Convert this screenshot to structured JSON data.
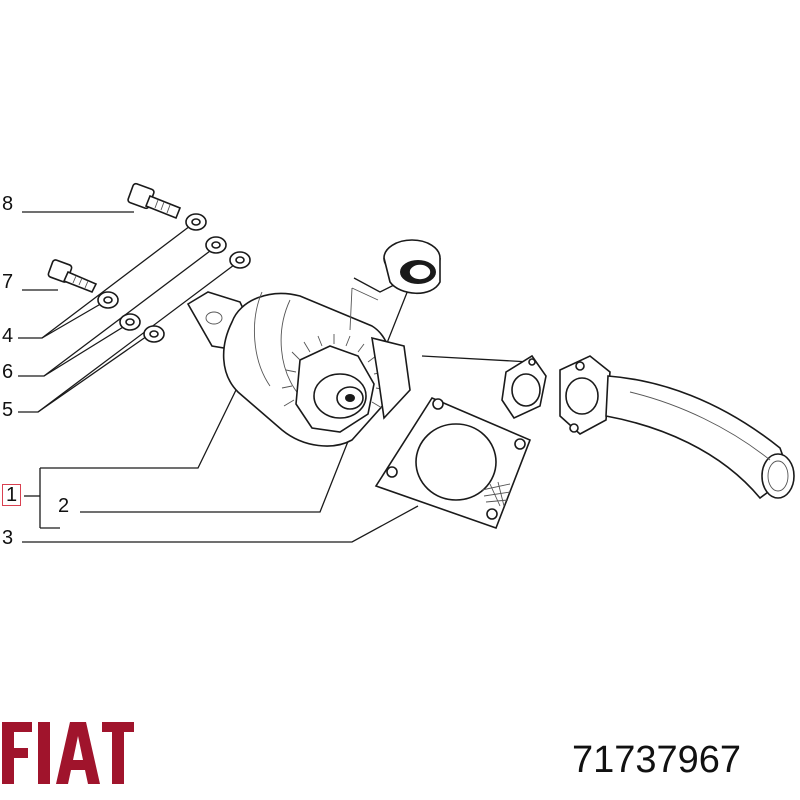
{
  "callouts": [
    {
      "id": "8",
      "label": "8"
    },
    {
      "id": "7",
      "label": "7"
    },
    {
      "id": "4",
      "label": "4"
    },
    {
      "id": "6",
      "label": "6"
    },
    {
      "id": "5",
      "label": "5"
    },
    {
      "id": "1",
      "label": "1"
    },
    {
      "id": "2",
      "label": "2"
    },
    {
      "id": "3",
      "label": "3"
    }
  ],
  "brand": {
    "logo_text": "FIAT",
    "color": "#a0142c"
  },
  "part_number": "71737967",
  "highlight_color": "#d94050"
}
